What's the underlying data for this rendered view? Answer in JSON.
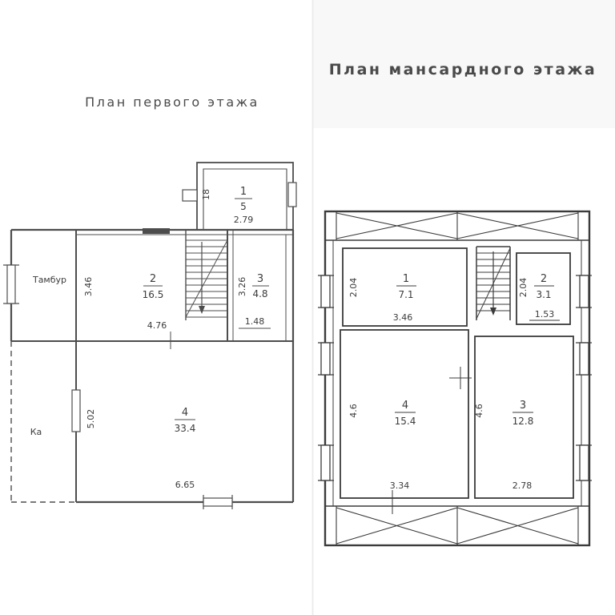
{
  "colors": {
    "ink_left": "#4d4d4d",
    "ink_right": "#3b3b3b",
    "paper": "#ffffff"
  },
  "first_floor": {
    "title": "План первого этажа",
    "room1": {
      "num": "1",
      "area": "5",
      "width": "2.79",
      "side": "18"
    },
    "room2": {
      "num": "2",
      "area": "16.5",
      "width": "4.76",
      "height": "3.46"
    },
    "room3": {
      "num": "3",
      "area": "4.8",
      "width": "1.48",
      "height": "3.26"
    },
    "room4": {
      "num": "4",
      "area": "33.4",
      "width": "6.65",
      "height": "5.02"
    },
    "tambur_label": "Тамбур",
    "ka_label": "Ка"
  },
  "attic_floor": {
    "title": "План мансардного этажа",
    "room1": {
      "num": "1",
      "area": "7.1",
      "width": "3.46",
      "height": "2.04"
    },
    "room2": {
      "num": "2",
      "area": "3.1",
      "width": "1.53",
      "height": "2.04"
    },
    "room3": {
      "num": "3",
      "area": "12.8",
      "width": "2.78",
      "height": "4.6"
    },
    "room4": {
      "num": "4",
      "area": "15.4",
      "width": "3.34",
      "height": "4.6"
    }
  }
}
